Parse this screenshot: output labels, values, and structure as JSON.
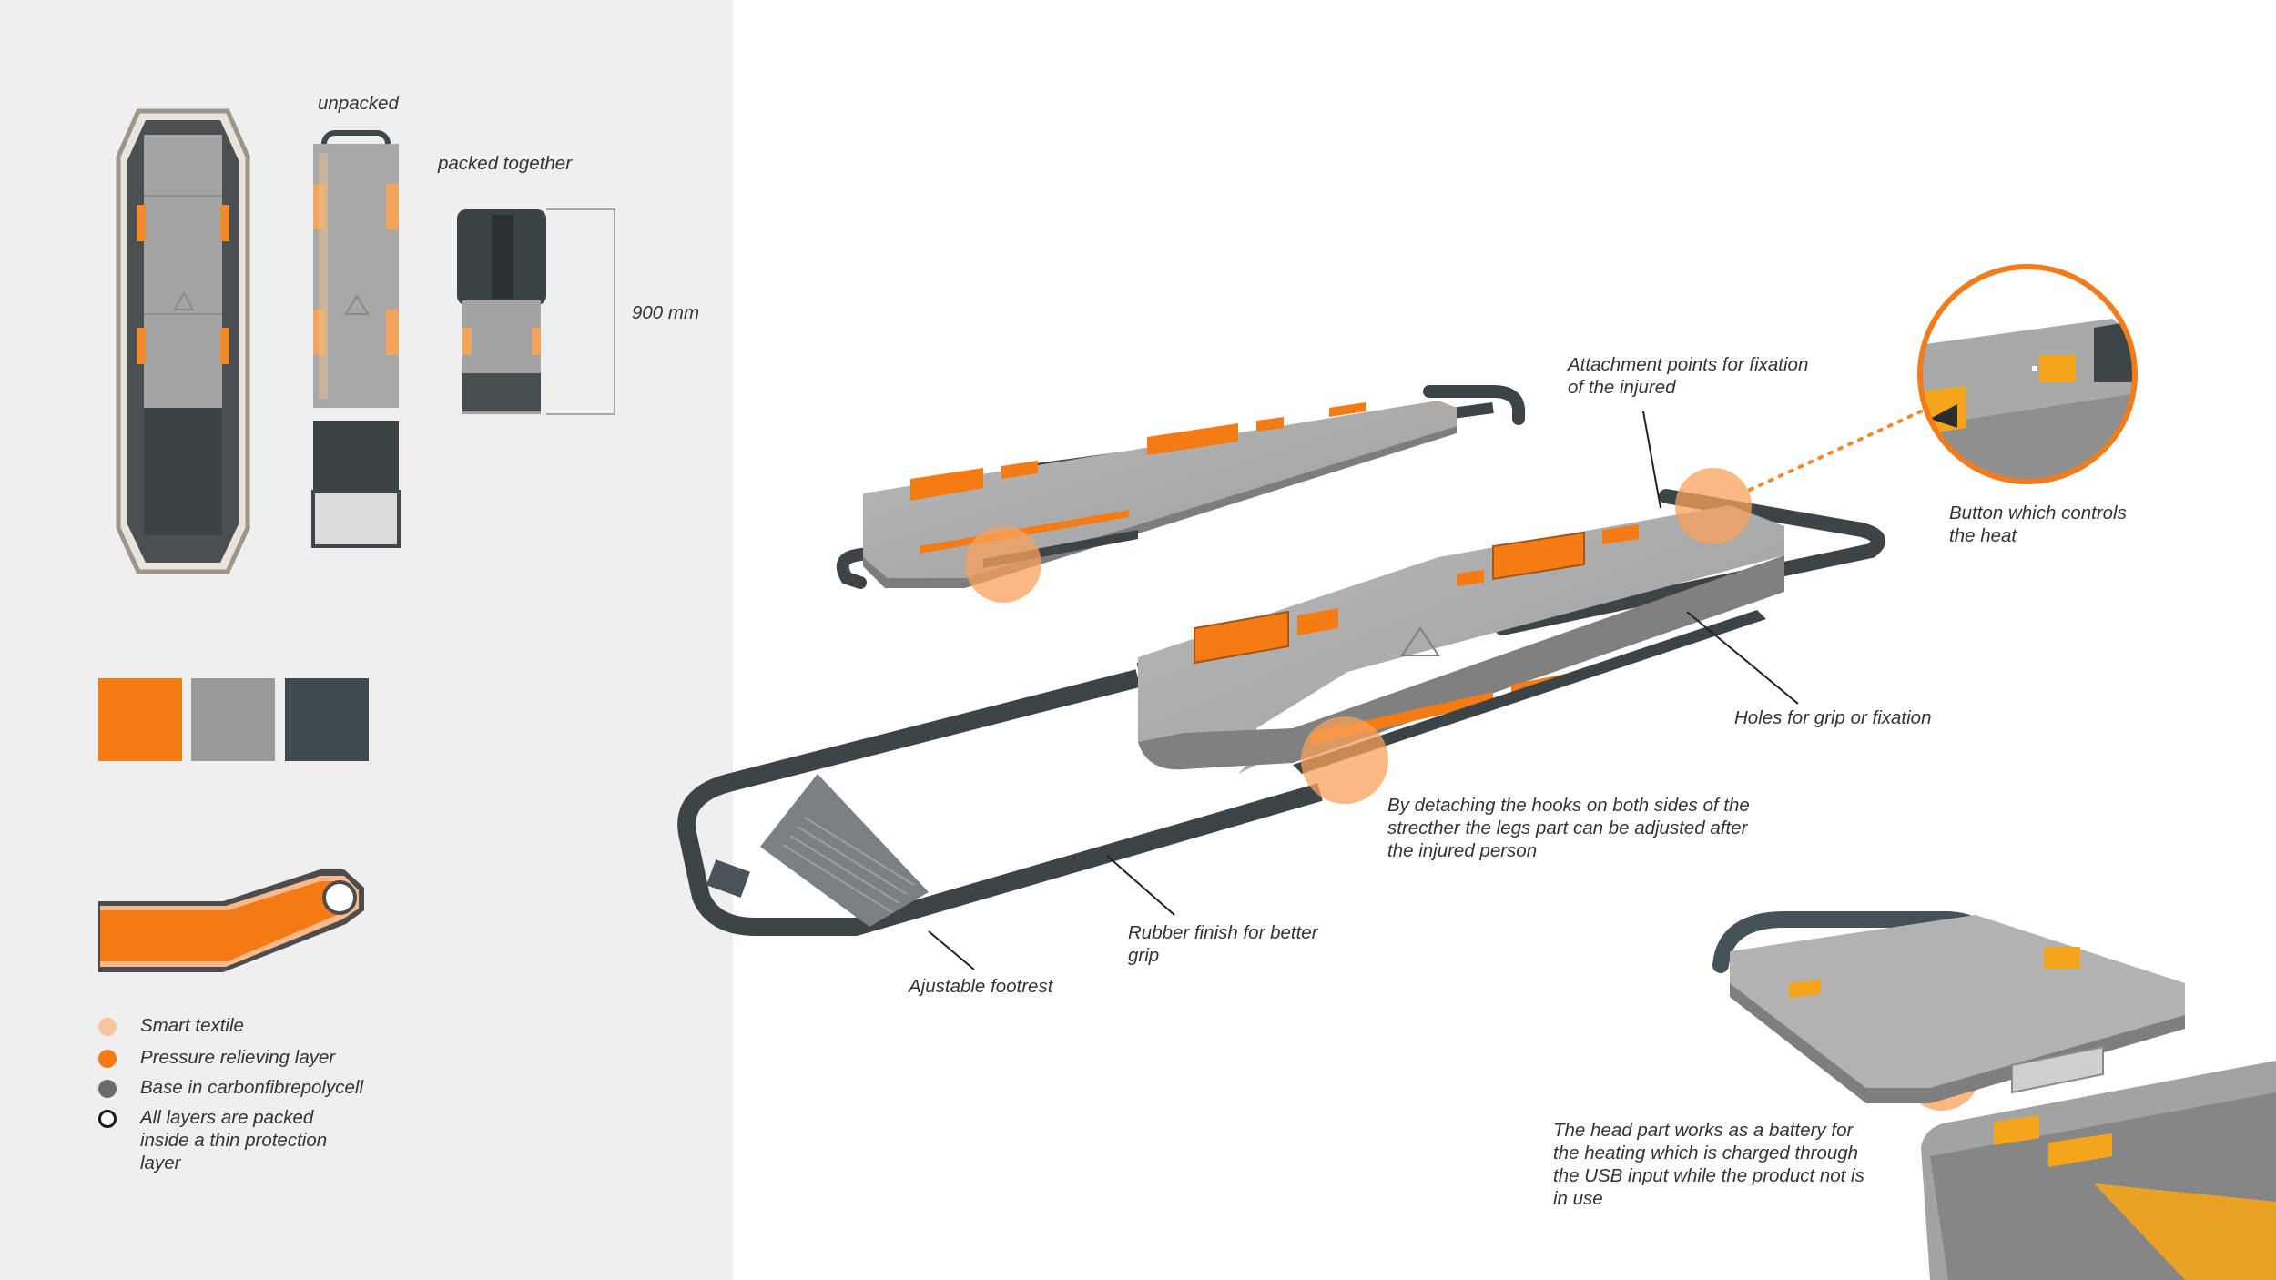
{
  "views": {
    "unpacked": "unpacked",
    "packed_together": "packed together",
    "dimension": "900 mm"
  },
  "colors": {
    "orange": "#f57b14",
    "grey": "#9a9a9b",
    "dark": "#3f4a4f",
    "callout": "#f8a05a",
    "background_panel": "#efefef"
  },
  "swatches": [
    {
      "name": "orange",
      "color": "#f57b14"
    },
    {
      "name": "grey",
      "color": "#9a9a9b"
    },
    {
      "name": "dark-slate",
      "color": "#3f4a4f"
    }
  ],
  "legend": [
    {
      "label": "Smart textile",
      "marker": "filled",
      "color": "#f9c49d"
    },
    {
      "label": "Pressure relieving layer",
      "marker": "filled",
      "color": "#f57b14"
    },
    {
      "label": "Base in carbonfibrepolycell",
      "marker": "filled",
      "color": "#6b6b6b"
    },
    {
      "label": "All layers are packed\ninside a thin protection\nlayer",
      "marker": "ring",
      "color": "#1a1a1a"
    }
  ],
  "annotations": {
    "attachment": "Attachment points for fixation\nof the injured",
    "button": "Button which controls\nthe heat",
    "holes": "Holes for grip or fixation",
    "detaching": "By detaching the hooks on both sides of the\nstrecther the legs part can be adjusted after\nthe injured person",
    "rubber": "Rubber finish for better\ngrip",
    "footrest": "Ajustable footrest",
    "battery": "The head part works as a battery for\nthe heating which is charged through\nthe USB input while the product not is\nin use"
  }
}
